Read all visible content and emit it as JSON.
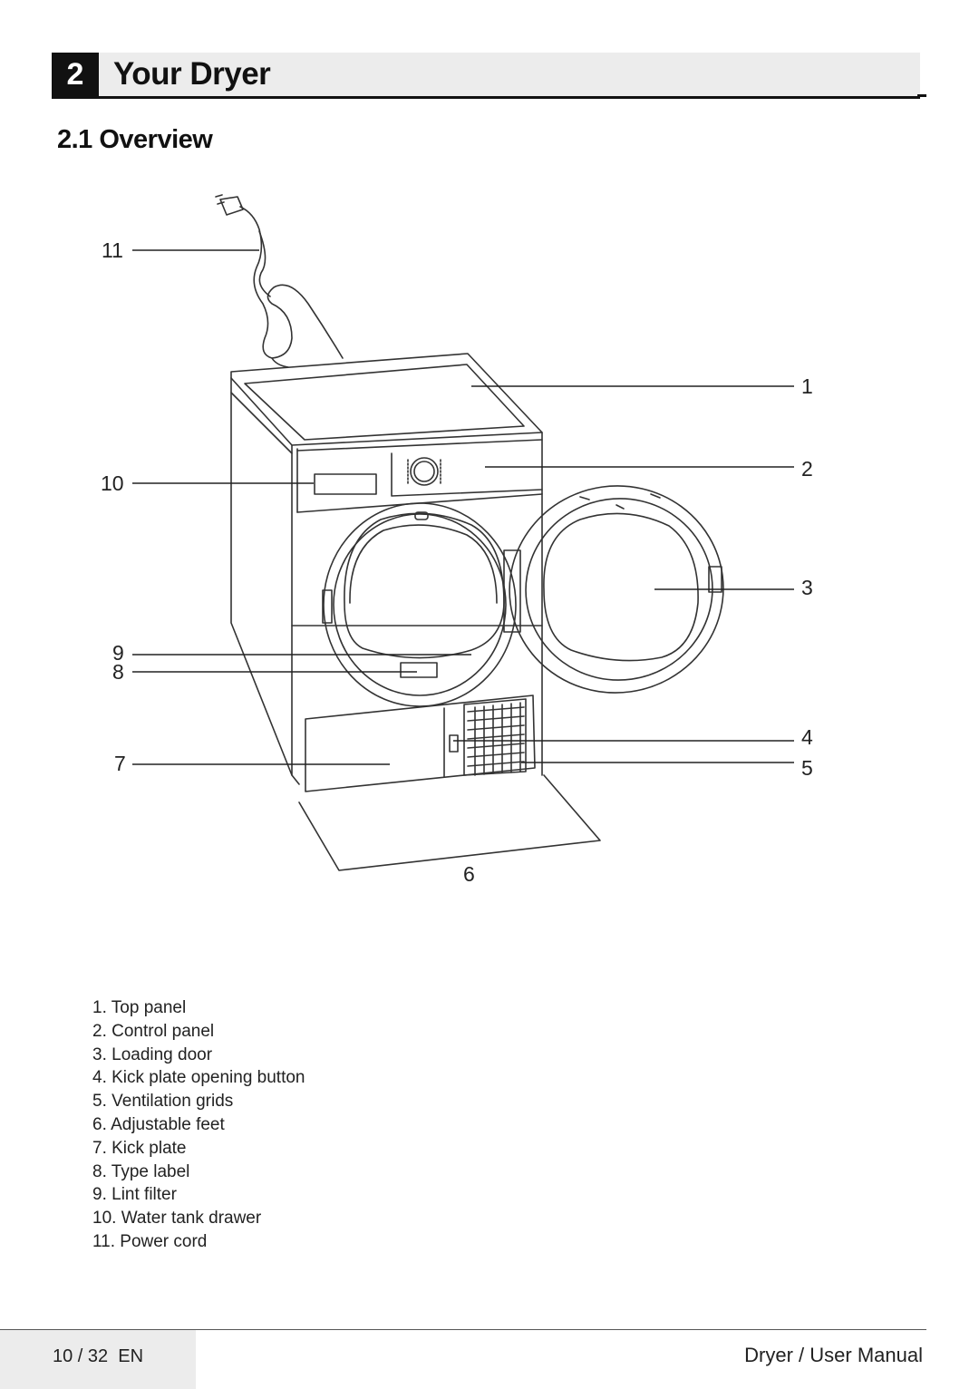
{
  "chapter": {
    "number": "2",
    "title": "Your Dryer"
  },
  "section": {
    "heading": "2.1 Overview"
  },
  "figure": {
    "callouts": [
      "1",
      "2",
      "3",
      "4",
      "5",
      "6",
      "7",
      "8",
      "9",
      "10",
      "11"
    ]
  },
  "legend": {
    "items": [
      "1. Top panel",
      "2. Control panel",
      "3. Loading door",
      "4. Kick plate opening button",
      "5. Ventilation grids",
      "6. Adjustable feet",
      "7. Kick plate",
      "8. Type label",
      "9. Lint filter",
      "10. Water tank drawer",
      "11. Power cord"
    ]
  },
  "footer": {
    "page": "10 / 32  EN",
    "title": "Dryer / User Manual"
  }
}
